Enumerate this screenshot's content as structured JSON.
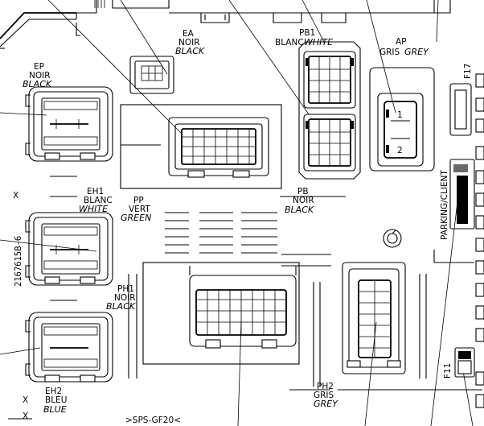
{
  "connectors": {
    "ea": {
      "code": "EA",
      "fr": "NOIR",
      "en": "BLACK"
    },
    "ep": {
      "code": "EP",
      "fr": "NOIR",
      "en": "BLACK"
    },
    "pb1": {
      "code": "PB1",
      "fr": "BLANC",
      "en": "WHITE"
    },
    "ap": {
      "code": "AP",
      "fr": "GRIS",
      "en": "GREY"
    },
    "pb": {
      "code": "PB",
      "fr": "NOIR",
      "en": "BLACK"
    },
    "eh1": {
      "code": "EH1",
      "fr": "BLANC",
      "en": "WHITE"
    },
    "pp": {
      "code": "PP",
      "fr": "VERT",
      "en": "GREEN"
    },
    "ph1": {
      "code": "PH1",
      "fr": "NOIR",
      "en": "BLACK"
    },
    "eh2": {
      "code": "EH2",
      "fr": "BLEU",
      "en": "BLUE"
    },
    "ph2": {
      "code": "PH2",
      "fr": "GRIS",
      "en": "GREY"
    }
  },
  "part_number": "2167615B-6",
  "material_code": ">SPS-GF20<",
  "parking_label": "PARKING/CLIENT",
  "fuses": {
    "f11": "F11",
    "f17": "F17"
  },
  "pin_labels": {
    "ap_pin1": "1",
    "ap_pin2": "2"
  },
  "marks": {
    "x": "X"
  },
  "colors": {
    "line": "#000000",
    "background": "#ffffff"
  }
}
